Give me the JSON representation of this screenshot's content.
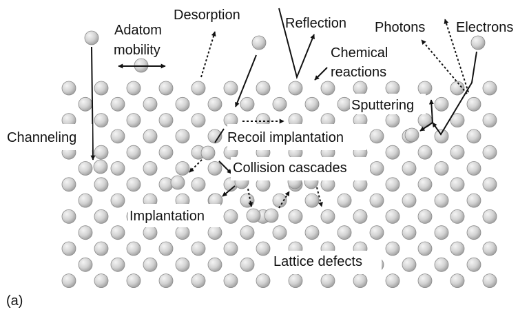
{
  "figure": {
    "panel_label": "(a)",
    "labels": {
      "adatom_line1": "Adatom",
      "adatom_line2": "mobility",
      "desorption": "Desorption",
      "reflection": "Reflection",
      "photons": "Photons",
      "electrons": "Electrons",
      "chemical_line1": "Chemical",
      "chemical_line2": "reactions",
      "sputtering": "Sputtering",
      "channeling": "Channeling",
      "recoil": "Recoil implantation",
      "collision": "Collision cascades",
      "implantation": "Implantation",
      "lattice": "Lattice defects"
    }
  },
  "colors": {
    "atom_fill_light": "#f4f4f4",
    "atom_fill_dark": "#9a9a9a",
    "atom_stroke": "#8a8a8a",
    "arrow": "#111111"
  }
}
